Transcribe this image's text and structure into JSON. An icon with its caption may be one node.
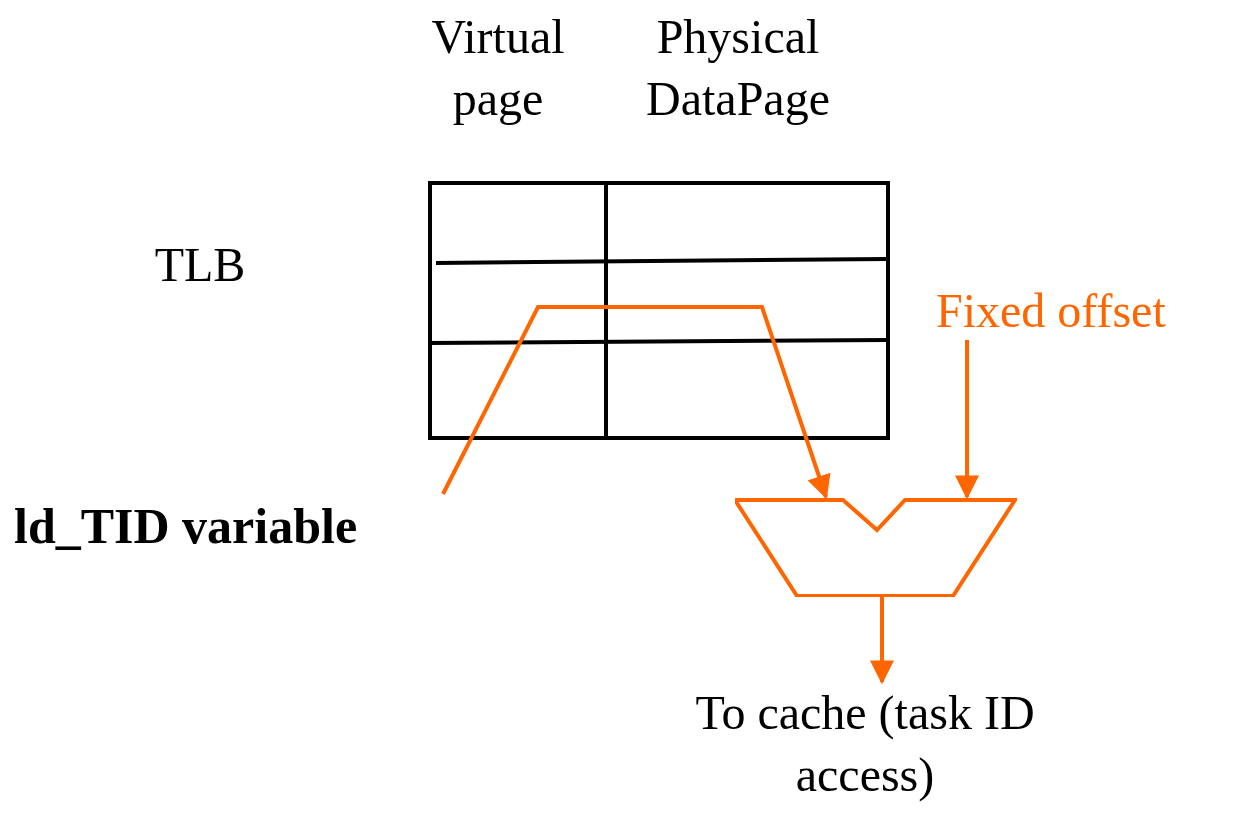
{
  "diagram": {
    "nodes": [
      {
        "text": [
          "ld_TID variable"
        ]
      },
      {
        "text": [
          "Fixed offset"
        ]
      },
      {
        "text": [],
        "shape": "trapezoid"
      },
      {
        "text": [
          "To cache (task ID access)"
        ]
      }
    ],
    "edges": [
      {
        "from": 0,
        "to": 2,
        "arrow": "to"
      },
      {
        "from": 1,
        "to": 2,
        "arrow": "to"
      },
      {
        "from": 2,
        "to": 3,
        "arrow": "to"
      }
    ],
    "labels": [
      "Virtual page",
      "Physical DataPage",
      "TLB"
    ]
  }
}
